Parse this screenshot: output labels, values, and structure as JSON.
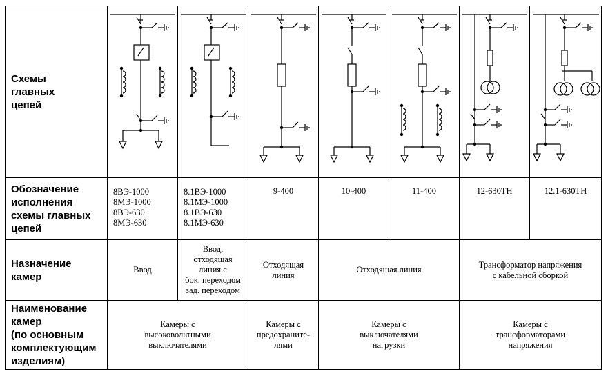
{
  "rows": {
    "schemes": {
      "header": [
        "Схемы",
        "главных",
        "цепей"
      ]
    },
    "designation": {
      "header": [
        "Обозначение",
        "исполнения",
        "схемы главных",
        "цепей"
      ],
      "codes": [
        [
          "8ВЭ-1000",
          "8МЭ-1000",
          "8ВЭ-630",
          "8МЭ-630"
        ],
        [
          "8.1ВЭ-1000",
          "8.1МЭ-1000",
          "8.1ВЭ-630",
          "8.1МЭ-630"
        ],
        [
          "9-400"
        ],
        [
          "10-400"
        ],
        [
          "11-400"
        ],
        [
          "12-630ТН"
        ],
        [
          "12.1-630ТН"
        ]
      ]
    },
    "purpose": {
      "header": [
        "Назначение",
        "камер"
      ],
      "values": [
        [
          "Ввод"
        ],
        [
          "Ввод,",
          "отходящая",
          "линия с",
          "бок. переходом",
          "зад. переходом"
        ],
        [
          "Отходящая",
          "линия"
        ],
        [
          "Отходящая линия"
        ],
        [
          "Трансформатор напряжения",
          "с кабельной сборкой"
        ]
      ]
    },
    "naming": {
      "header": [
        "Наименование",
        "камер",
        "(по основным",
        "комплектующим",
        "изделиям)"
      ],
      "values": [
        [
          "Камеры с",
          "высоковольтными",
          "выключателями"
        ],
        [
          "Камеры с",
          "предохраните-",
          "лями"
        ],
        [
          "Камеры с",
          "выключателями",
          "нагрузки"
        ],
        [
          "Камеры с",
          "трансформаторами",
          "напряжения"
        ]
      ]
    }
  }
}
